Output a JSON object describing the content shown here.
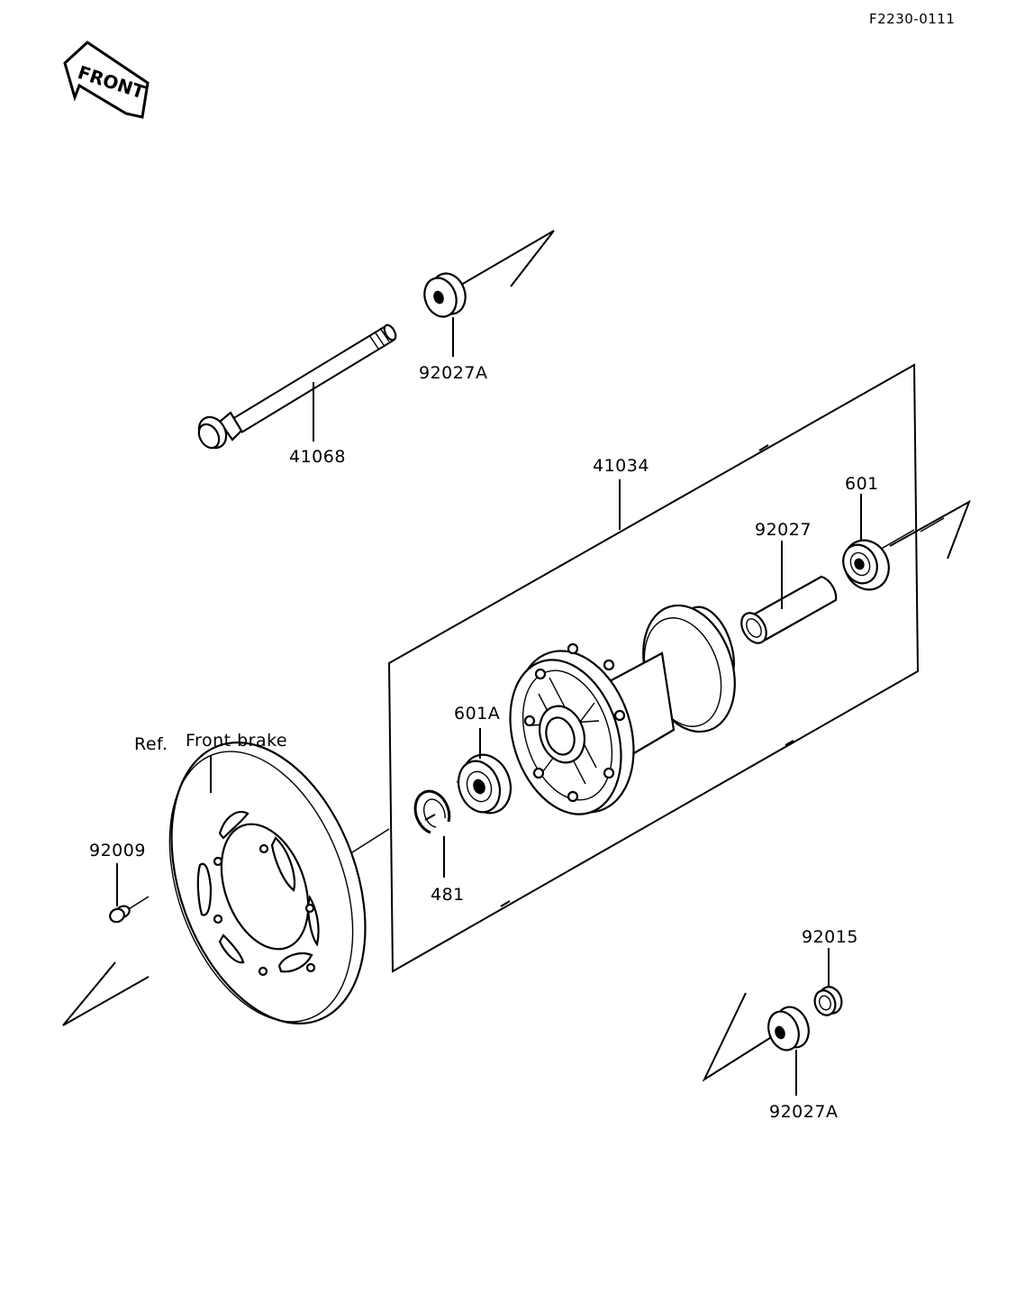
{
  "diagram": {
    "code": "F2230-0111",
    "front_label": "FRONT",
    "ref_label": "Ref.",
    "ref_target": "Front brake",
    "callouts": {
      "bolt_axle": "41068",
      "collar_top": "92027A",
      "hub_assy": "41034",
      "bearing_right": "601",
      "sleeve": "92027",
      "bearing_left": "601A",
      "circlip": "481",
      "disc_bolt": "92009",
      "nut": "92015",
      "collar_bottom": "92027A"
    }
  }
}
